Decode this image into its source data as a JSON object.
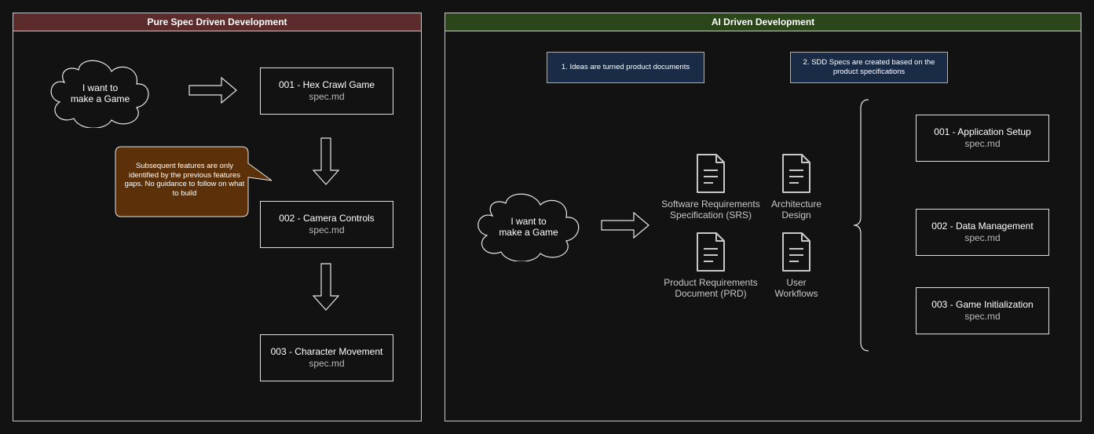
{
  "left_panel": {
    "title": "Pure Spec Driven Development",
    "cloud_text": "I want to\nmake a Game",
    "specs": [
      {
        "title": "001 - Hex Crawl Game",
        "file": "spec.md"
      },
      {
        "title": "002 - Camera Controls",
        "file": "spec.md"
      },
      {
        "title": "003 - Character Movement",
        "file": "spec.md"
      }
    ],
    "callout_text": "Subsequent features are only identified by the previous features gaps. No guidance to follow on what to build"
  },
  "right_panel": {
    "title": "AI Driven Development",
    "cloud_text": "I want to\nmake a Game",
    "notes": [
      "1. Ideas are turned product documents",
      "2. SDD Specs are created based on the product specifications"
    ],
    "documents": [
      {
        "line1": "Software Requirements",
        "line2": "Specification (SRS)",
        "icon": "document-icon"
      },
      {
        "line1": "Architecture",
        "line2": "Design",
        "icon": "document-icon"
      },
      {
        "line1": "Product Requirements",
        "line2": "Document (PRD)",
        "icon": "document-icon"
      },
      {
        "line1": "User",
        "line2": "Workflows",
        "icon": "document-icon"
      }
    ],
    "specs": [
      {
        "title": "001 - Application Setup",
        "file": "spec.md"
      },
      {
        "title": "002 - Data Management",
        "file": "spec.md"
      },
      {
        "title": "003 - Game Initialization",
        "file": "spec.md"
      }
    ]
  },
  "colors": {
    "background": "#121212",
    "left_header": "#5c2c2c",
    "right_header": "#2b4618",
    "callout": "#5c3109",
    "note": "#1a2c45"
  }
}
